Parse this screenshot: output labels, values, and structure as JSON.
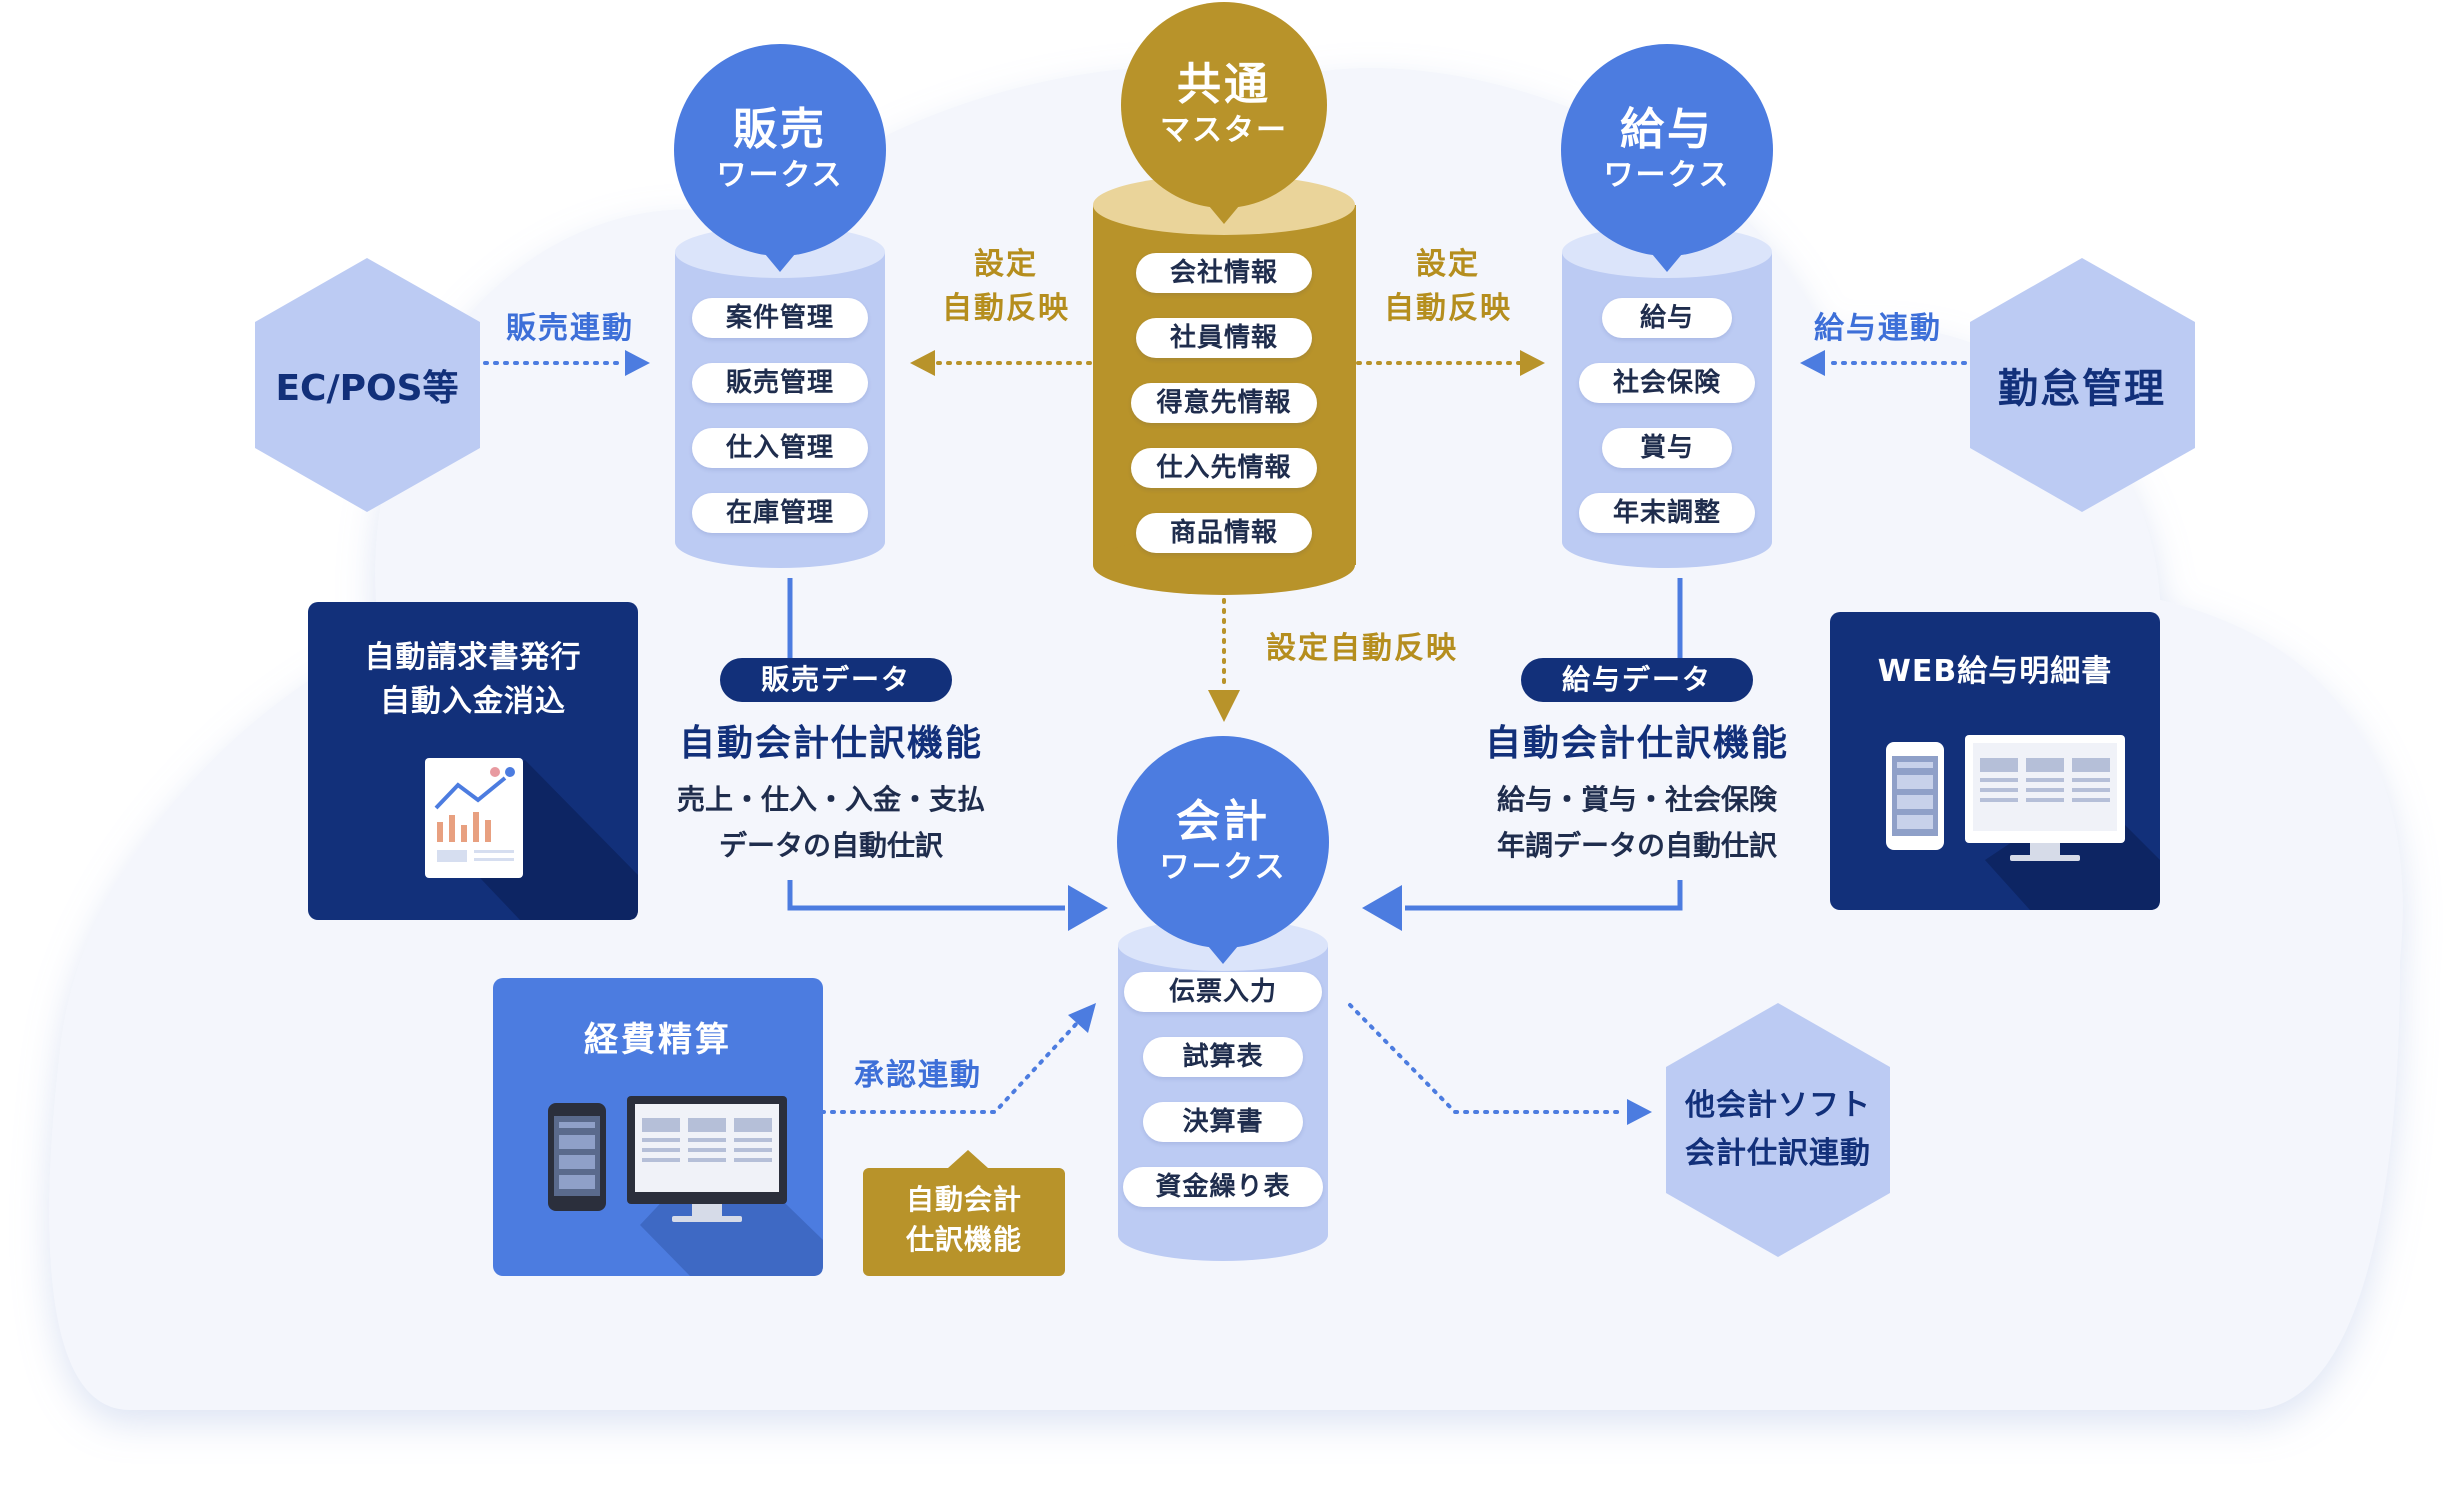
{
  "colors": {
    "blue": "#4c7ce0",
    "light_blue": "#bcccf5",
    "gold": "#b8932a",
    "navy": "#12307a",
    "cloud": "#f2f5fc"
  },
  "master": {
    "title": "共通",
    "subtitle": "マスター",
    "items": [
      "会社情報",
      "社員情報",
      "得意先情報",
      "仕入先情報",
      "商品情報"
    ]
  },
  "sales": {
    "title": "販売",
    "subtitle": "ワークス",
    "items": [
      "案件管理",
      "販売管理",
      "仕入管理",
      "在庫管理"
    ],
    "data_tag": "販売データ",
    "feature_title": "自動会計仕訳機能",
    "feature_line1": "売上・仕入・入金・支払",
    "feature_line2": "データの自動仕訳"
  },
  "payroll": {
    "title": "給与",
    "subtitle": "ワークス",
    "items": [
      "給与",
      "社会保険",
      "賞与",
      "年末調整"
    ],
    "data_tag": "給与データ",
    "feature_title": "自動会計仕訳機能",
    "feature_line1": "給与・賞与・社会保険",
    "feature_line2": "年調データの自動仕訳"
  },
  "accounting": {
    "title": "会計",
    "subtitle": "ワークス",
    "items": [
      "伝票入力",
      "試算表",
      "決算書",
      "資金繰り表"
    ]
  },
  "links": {
    "left_setting_line1": "設定",
    "left_setting_line2": "自動反映",
    "right_setting_line1": "設定",
    "right_setting_line2": "自動反映",
    "center_setting": "設定自動反映",
    "sales_link": "販売連動",
    "payroll_link": "給与連動",
    "approval_link": "承認連動"
  },
  "external": {
    "ec_pos": "EC/POS等",
    "attendance": "勤怠管理",
    "other_soft_line1": "他会計ソフト",
    "other_soft_line2": "会計仕訳連動"
  },
  "boxes": {
    "invoice_line1": "自動請求書発行",
    "invoice_line2": "自動入金消込",
    "web_payslip": "WEB給与明細書",
    "expense": "経費精算",
    "auto_journal_line1": "自動会計",
    "auto_journal_line2": "仕訳機能"
  }
}
